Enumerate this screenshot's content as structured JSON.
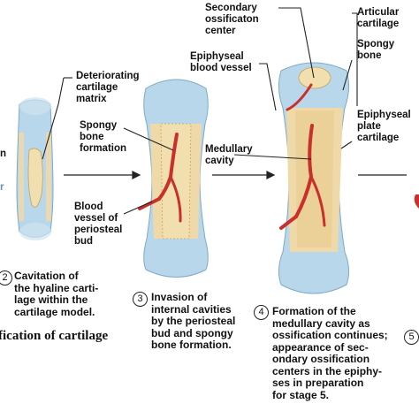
{
  "colors": {
    "cartilage": "#b9d7ea",
    "cartilage_edge": "#7fa9c8",
    "bone_collar": "#f0d9a8",
    "spongy": "#f2dfb0",
    "vessel": "#c9302c",
    "cavity": "#e8c98a"
  },
  "labels": {
    "deteriorating": "Deteriorating\ncartilage\nmatrix",
    "spongy_formation": "Spongy\nbone\nformation",
    "blood_vessel_bud": "Blood\nvessel of\nperiosteal\nbud",
    "secondary_center": "Secondary\nossificaton\ncenter",
    "epiphyseal_vessel": "Epiphyseal\nblood vessel",
    "medullary": "Medullary\ncavity",
    "articular": "Articular\ncartilage",
    "spongy_bone": "Spongy\nbone",
    "epiphyseal_plate": "Epiphyseal\nplate\ncartilage",
    "left_partial_1": "n",
    "left_partial_2": "r"
  },
  "steps": [
    {
      "num": "2",
      "caption": "Cavitation of\nthe hyaline carti-\nlage within the\ncartilage model."
    },
    {
      "num": "3",
      "caption": "Invasion of\ninternal cavities\nby the periosteal\nbud and spongy\nbone formation."
    },
    {
      "num": "4",
      "caption": "Formation of the\nmedullary cavity as\nossification continues;\nappearance of sec-\nondary ossification\ncenters in the epiphy-\nses in preparation\nfor stage 5."
    },
    {
      "num": "5",
      "caption": ""
    }
  ],
  "title": "fication of cartilage"
}
